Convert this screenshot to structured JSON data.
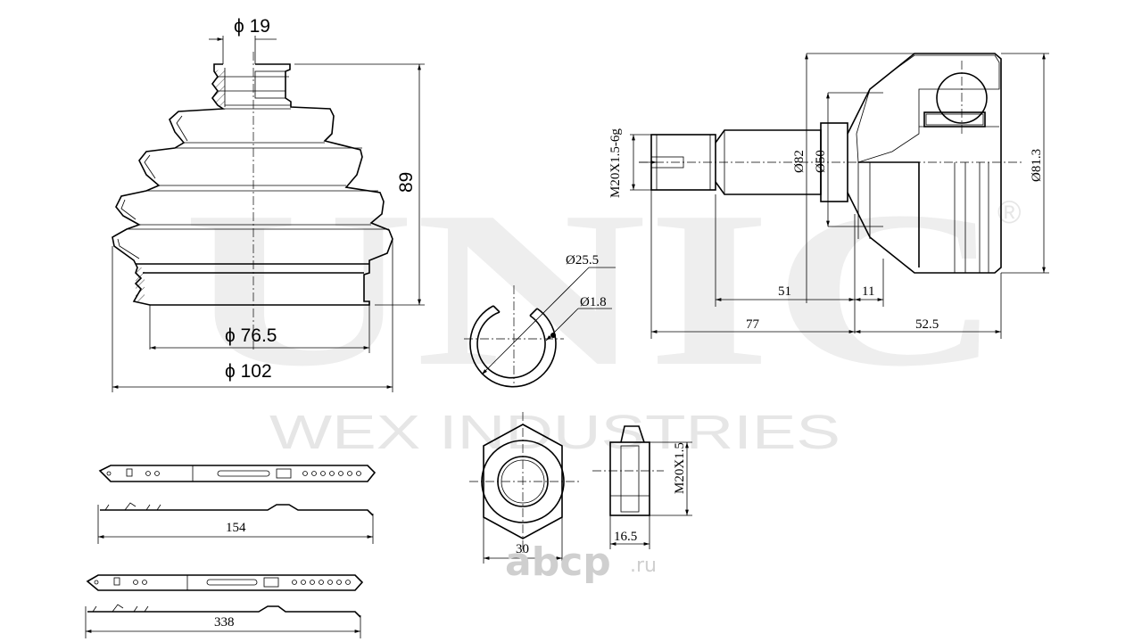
{
  "watermark": {
    "logo": "UNIC",
    "registered": "®",
    "company": "WEX INDUSTRIES",
    "site": "abcp",
    "site_tld": ".ru"
  },
  "boot": {
    "top_diameter": "ϕ 19",
    "height": "89",
    "inner_diameter": "ϕ 76.5",
    "outer_diameter": "ϕ 102"
  },
  "circlip": {
    "diameter": "Ø25.5",
    "wire": "Ø1.8"
  },
  "joint": {
    "thread": "M20X1.5-6g",
    "shaft_dia": "Ø82",
    "spline_dia": "Ø50",
    "bell_dia": "Ø81.3",
    "shaft_len": "51",
    "shoulder": "11",
    "stub_total": "77",
    "bell_len": "52.5"
  },
  "nut": {
    "across_flats": "30",
    "thickness": "16.5",
    "thread": "M20X1.5"
  },
  "clamps": {
    "small_len": "154",
    "large_len": "338"
  }
}
